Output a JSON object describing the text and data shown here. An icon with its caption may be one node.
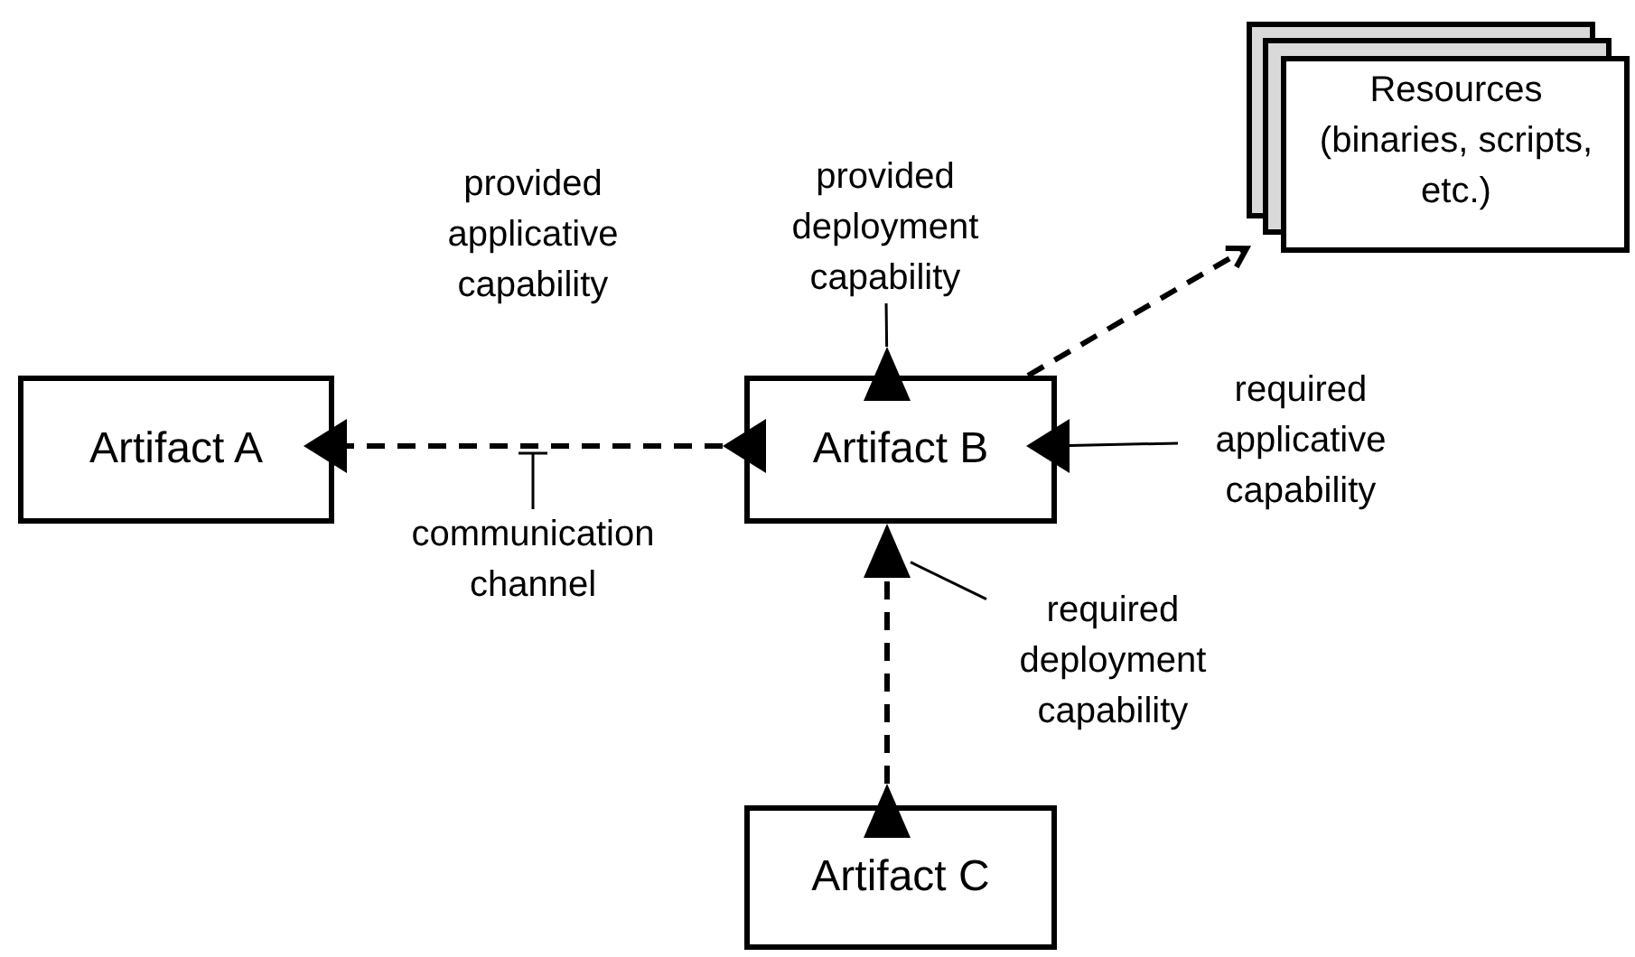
{
  "diagram": {
    "nodes": [
      {
        "text": [
          "Artifact A"
        ]
      },
      {
        "text": [
          "Artifact B"
        ]
      },
      {
        "text": [
          "Artifact C"
        ]
      },
      {
        "text": [
          "Resources (binaries, scripts, etc.)"
        ]
      },
      {
        "text": [],
        "shape": "triangle"
      },
      {
        "text": [],
        "shape": "triangle"
      },
      {
        "text": [],
        "shape": "triangle"
      },
      {
        "text": [],
        "shape": "triangle"
      },
      {
        "text": [],
        "shape": "triangle"
      },
      {
        "text": [],
        "shape": "triangle"
      },
      {
        "text": [
          "provided deployment capability"
        ]
      },
      {
        "text": [
          "required applicative capability"
        ]
      },
      {
        "text": [
          "required deployment capability"
        ]
      },
      {
        "text": [
          "communication channel"
        ]
      }
    ],
    "edges": [
      {
        "from": 5,
        "to": 4,
        "arrow": "none",
        "style": "dashed"
      },
      {
        "from": 9,
        "to": 8,
        "arrow": "none",
        "style": "dashed"
      },
      {
        "from": 1,
        "to": 3,
        "arrow": "to",
        "style": "dashed"
      },
      {
        "from": 10,
        "to": 6,
        "arrow": "none"
      },
      {
        "from": 11,
        "to": 7,
        "arrow": "none"
      },
      {
        "from": 12,
        "to": 8,
        "arrow": "none"
      },
      {
        "from": 13,
        "to": null,
        "arrow": "other"
      }
    ],
    "labels": [
      "provided applicative capability"
    ]
  }
}
